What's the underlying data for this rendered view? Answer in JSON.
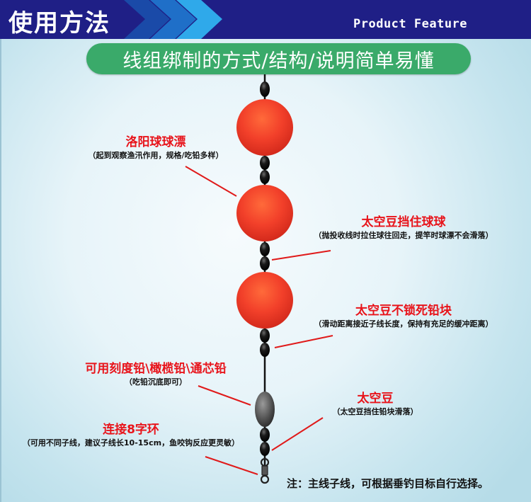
{
  "header": {
    "title": "使用方法",
    "subtitle": "Product Feature",
    "background_color": "#1f1f86",
    "chevron_colors": [
      "#1a4aa8",
      "#1f6fc8",
      "#2fa9ea"
    ]
  },
  "banner": {
    "text": "线组绑制的方式/结构/说明简单易懂",
    "color": "#3aaa6a"
  },
  "rig": {
    "line_color": "#111111",
    "float_color": "#f2402a",
    "bead_color": "#111111",
    "sinker_color": "#5a5a5a",
    "leader_line_color": "#e01a1a"
  },
  "callouts": [
    {
      "title": "洛阳球球漂",
      "description": "（起到观察渔汛作用，规格/吃铅多样）"
    },
    {
      "title": "太空豆挡住球球",
      "description": "（抛投收线时拉住球往回走，提竿时球漂不会滑落）"
    },
    {
      "title": "太空豆不锁死铅块",
      "description": "（滑动距离接近子线长度，保持有充足的缓冲距离）"
    },
    {
      "title": "可用刻度铅\\橄榄铅\\通芯铅",
      "description": "（吃铅沉底即可）"
    },
    {
      "title": "太空豆",
      "description": "（太空豆挡住铅块滑落）"
    },
    {
      "title": "连接8字环",
      "description": "（可用不同子线，建议子线长10-15cm，鱼咬钩反应更灵敏）"
    }
  ],
  "note": "注：主线子线，可根据垂钓目标自行选择。"
}
